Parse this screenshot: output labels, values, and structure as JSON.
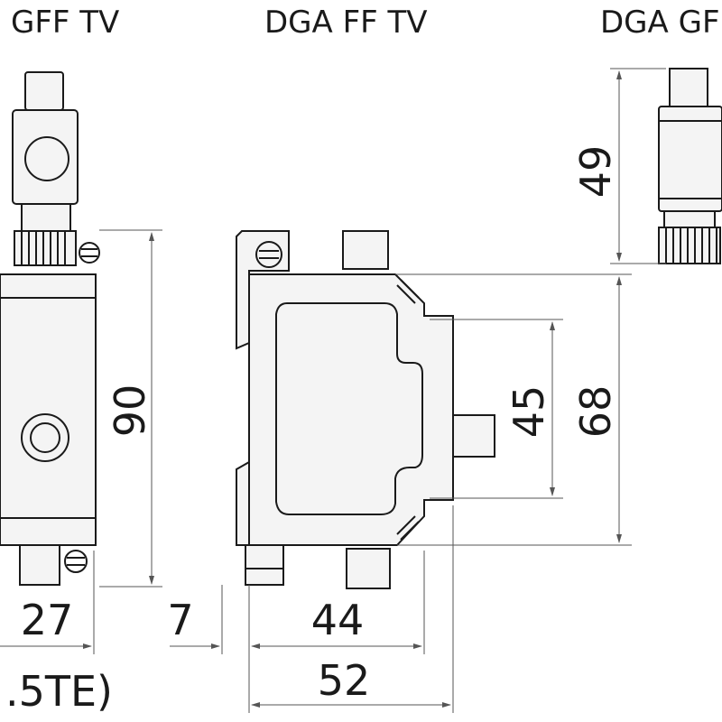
{
  "titles": {
    "left": "GFF TV",
    "center": "DGA FF TV",
    "right": "DGA GF"
  },
  "dimensions": {
    "left_height": "90",
    "left_width": "27",
    "left_caption": ".5TE)",
    "center_offset": "7",
    "center_inner_width": "44",
    "center_total_width": "52",
    "center_inner_height": "45",
    "center_total_height": "68",
    "right_height": "49"
  },
  "colors": {
    "line": "#1a1a1a",
    "dimension_line": "#555555",
    "body_fill": "#f4f4f4"
  }
}
